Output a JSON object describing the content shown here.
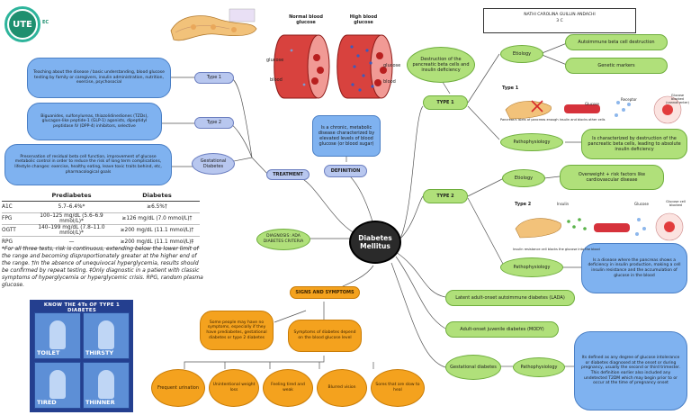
{
  "header": {
    "logo_text": "UTE",
    "logo_suffix": "EC",
    "student_name": "NATHI CAROLINA GUILLIN ANDACHI",
    "student_class": "3 C"
  },
  "center": {
    "title": "Diabetes Mellitus"
  },
  "definition": {
    "label": "DEFINITION",
    "text": "Is a chronic, metabolic disease characterized by elevated levels of blood glucose (or blood sugar)"
  },
  "blood_images": {
    "normal_label": "Normal blood glucose",
    "high_label": "High blood glucose",
    "glucose": "glucose",
    "blood": "blood"
  },
  "treatment": {
    "label": "TREATMENT",
    "type1_label": "Type 1",
    "type1_text": "Teaching about the disease / basic understanding, blood glucose testing by family or caregivers, insulin administration, nutrition, exercise, psychosocial",
    "type2_label": "Type 2",
    "type2_text": "Biguanides, sulfonylureas, thiazolidinediones (TZDs), glucagon-like peptide-1 (GLP-1) agonists, dipeptidyl peptidase IV (DPP-4) inhibitors, selective",
    "gest_label": "Gestational Diabetes",
    "gest_text": "Preservation of residual beta cell function, improvement of glucose metabolic control in order to reduce the risk of long term complications, lifestyle changes: exercise, healthy eating, leave toxic traits behind, etc, pharmacological goals"
  },
  "criteria": {
    "label": "DIAGNOSIS: ADA DIABETES CRITERIA",
    "headers": [
      "",
      "Prediabetes",
      "Diabetes"
    ],
    "rows": [
      [
        "A1C",
        "5.7–6.4%*",
        "≥6.5%†"
      ],
      [
        "FPG",
        "100–125 mg/dL (5.6–6.9 mmol/L)*",
        "≥126 mg/dL (7.0 mmol/L)†"
      ],
      [
        "OGTT",
        "140–199 mg/dL (7.8–11.0 mmol/L)*",
        "≥200 mg/dL (11.1 mmol/L)†"
      ],
      [
        "RPG",
        "—",
        "≥200 mg/dL (11.1 mmol/L)‡"
      ]
    ],
    "note": "*For all three tests, risk is continuous, extending below the lower limit of the range and becoming disproportionately greater at the higher end of the range. †In the absence of unequivocal hyperglycemia, results should be confirmed by repeat testing. ‡Only diagnostic in a patient with classic symptoms of hyperglycemia or hyperglycemic crisis. RPG, random plasma glucose."
  },
  "poster": {
    "title": "KNOW THE 4Ts OF TYPE 1 DIABETES",
    "tiles": [
      "TOILET",
      "THIRSTY",
      "TIRED",
      "THINNER"
    ]
  },
  "signs": {
    "label": "SIGNS AND SYMPTOMS",
    "main": "Symptoms of diabetes depend on the blood glucose level",
    "note": "Some people may have no symptoms, especially if they have prediabetes, gestational diabetes or type 2 diabetes",
    "items": [
      "Frequent urination",
      "Unintentional weight loss",
      "Feeling tired and weak",
      "Blurred vision",
      "Sores that are slow to heal"
    ]
  },
  "type1": {
    "label": "TYPE 1",
    "desc": "Destruction of the pancreatic beta cells and insulin deficiency",
    "etiology_label": "Etiology",
    "etiology_items": [
      "Autoimmune beta cell destruction",
      "Genetic markers"
    ],
    "patho_label": "Pathophysiology",
    "patho_text": "Is characterized by destruction of the pancreatic beta cells, leading to absolute insulin deficiency",
    "img_caption": "Type 1",
    "img_sub": "Pancreas's islets of pancreas enough insulin and blocks other cells",
    "img_glucose": "Glucose",
    "img_receptor": "Receptor",
    "img_cell": "Glucose blocked (cannot enter)"
  },
  "type2": {
    "label": "TYPE 2",
    "etiology_label": "Etiology",
    "etiology_text": "Overweight + risk factors like cardiovascular disease",
    "patho_label": "Pathophysiology",
    "patho_text": "Is a disease where the pancreas shows a deficiency in insulin production, making a cell insulin resistance and the accumulation of glucose in the blood",
    "img_caption": "Type 2",
    "img_insulin": "Insulin",
    "img_glucose": "Glucose",
    "img_cell": "Glucose cell blocked",
    "img_sub": "Insulin resistance cell blocks the glucose into the blood"
  },
  "other": {
    "lada": "Latent adult-onset autoimmune diabetes (LADA)",
    "mody": "Adult-onset juvenile diabetes (MODY)",
    "gest_label": "Gestational diabetes",
    "gest_patho": "Pathophysiology",
    "gest_text": "Its defined as any degree of glucose intolerance or diabetes diagnosed at the onset or during pregnancy, usually the second or third trimester. This definition earlier also included any undetected T2DM which may begin prior to or occur at the time of pregnancy onset"
  },
  "colors": {
    "blue": "#7fb2f0",
    "green": "#b0e07a",
    "orange": "#f4a21e",
    "lavender": "#b8c7ef",
    "center": "#2a2a2a"
  }
}
